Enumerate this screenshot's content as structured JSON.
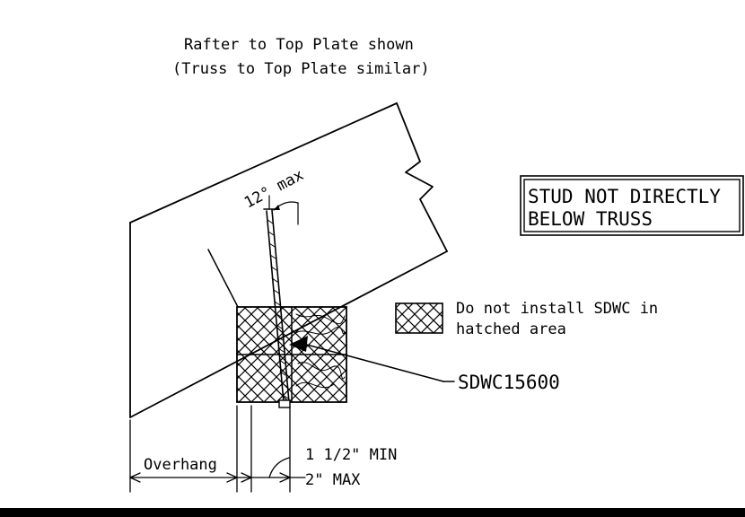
{
  "title": {
    "line1": "Rafter to Top Plate shown",
    "line2": "(Truss to Top Plate similar)"
  },
  "angle_label": "12° max",
  "note_box": {
    "line1": "STUD NOT DIRECTLY",
    "line2": "BELOW TRUSS"
  },
  "legend": {
    "line1": "Do not install SDWC in",
    "line2": "hatched area"
  },
  "screw_label": "SDWC15600",
  "dimensions": {
    "overhang": "Overhang",
    "min": "1 1/2\" MIN",
    "max": "2\" MAX"
  },
  "colors": {
    "ink": "#000000",
    "background": "#ffffff"
  }
}
